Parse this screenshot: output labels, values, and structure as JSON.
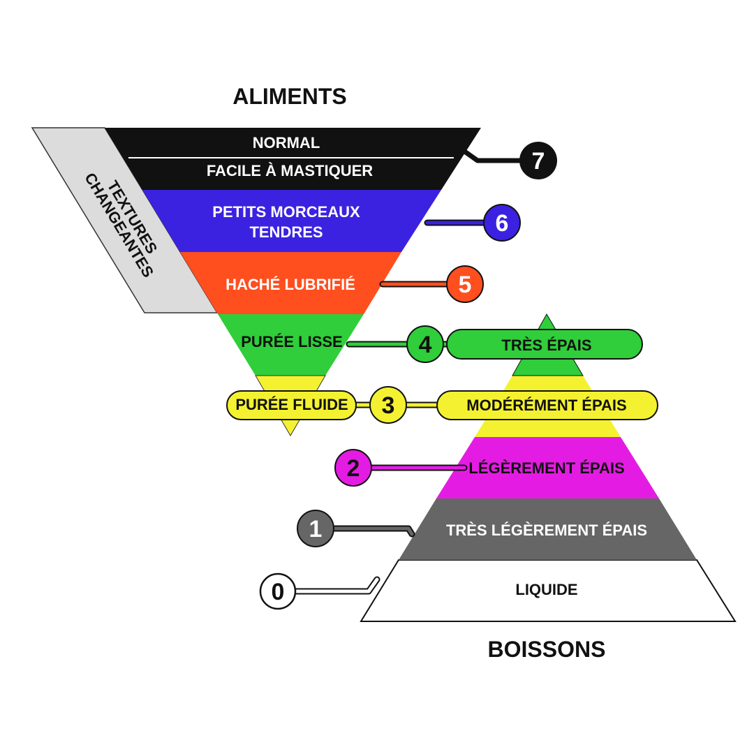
{
  "titles": {
    "foods": "ALIMENTS",
    "drinks": "BOISSONS",
    "changing_textures": [
      "TEXTURES",
      "CHANGEANTES"
    ]
  },
  "foods": {
    "normal": "NORMAL",
    "easy_to_chew": "FACILE À MASTIQUER",
    "soft_bite_sized": [
      "PETITS MORCEAUX",
      "TENDRES"
    ],
    "minced_moist": "HACHÉ LUBRIFIÉ",
    "pureed": "PURÉE LISSE",
    "liquidised": "PURÉE FLUIDE"
  },
  "drinks": {
    "extremely_thick": "TRÈS ÉPAIS",
    "moderately_thick": "MODÉRÉMENT ÉPAIS",
    "mildly_thick": "LÉGÈREMENT ÉPAIS",
    "slightly_thick": "TRÈS LÉGÈREMENT ÉPAIS",
    "thin": "LIQUIDE"
  },
  "levels": [
    "0",
    "1",
    "2",
    "3",
    "4",
    "5",
    "6",
    "7"
  ],
  "colors": {
    "level7": "#111111",
    "level6": "#3b22e0",
    "level5": "#ff4f1f",
    "level4": "#2fce3a",
    "level3": "#f4f230",
    "level2": "#e41ce3",
    "level1": "#666666",
    "level0": "#ffffff",
    "changing_band": "#dcdcdc"
  }
}
